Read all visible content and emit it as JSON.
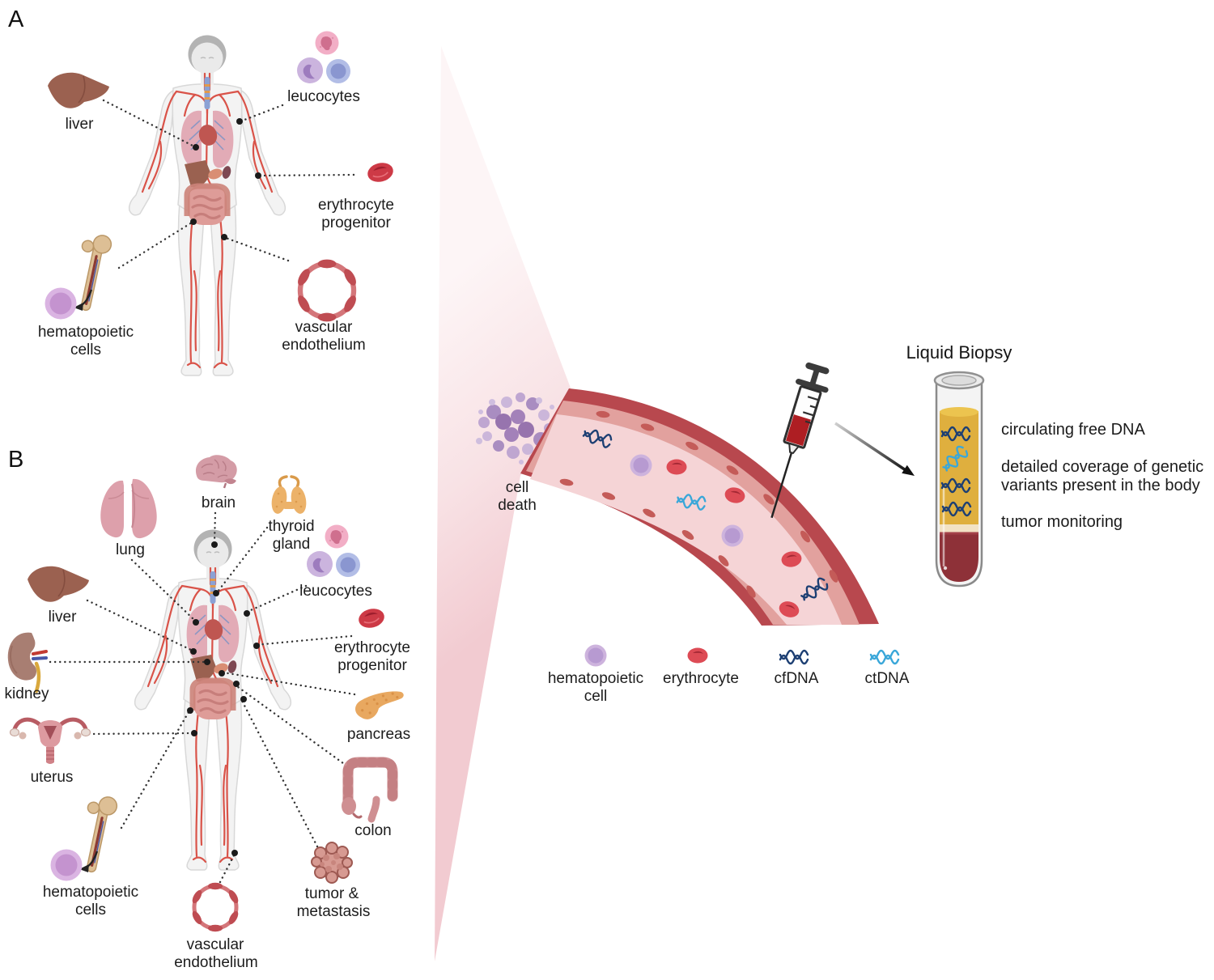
{
  "figure": {
    "type": "scientific-diagram",
    "topic": "Sources of circulating cell-free DNA and liquid biopsy sampling"
  },
  "panelA": {
    "tag": "A",
    "labels": {
      "liver": "liver",
      "leucocytes": "leucocytes",
      "erythrocyte1": "erythrocyte",
      "erythrocyte2": "progenitor",
      "hema1": "hematopoietic",
      "hema2": "cells",
      "vasc1": "vascular",
      "vasc2": "endothelium"
    }
  },
  "panelB": {
    "tag": "B",
    "labels": {
      "brain": "brain",
      "lung": "lung",
      "thyroid1": "thyroid",
      "thyroid2": "gland",
      "leucocytes": "leucocytes",
      "liver": "liver",
      "erythrocyte1": "erythrocyte",
      "erythrocyte2": "progenitor",
      "kidney": "kidney",
      "pancreas": "pancreas",
      "uterus": "uterus",
      "colon": "colon",
      "tumor1": "tumor &",
      "tumor2": "metastasis",
      "hema1": "hematopoietic",
      "hema2": "cells",
      "vasc1": "vascular",
      "vasc2": "endothelium"
    }
  },
  "center": {
    "cell_death1": "cell",
    "cell_death2": "death"
  },
  "biopsy": {
    "title": "Liquid Biopsy",
    "bullet1": "circulating free DNA",
    "bullet2a": "detailed coverage of genetic",
    "bullet2b": "variants present in the body",
    "bullet3": "tumor monitoring"
  },
  "legend": {
    "item1a": "hematopoietic",
    "item1b": "cell",
    "item2": "erythrocyte",
    "item3": "cfDNA",
    "item4": "ctDNA"
  },
  "icons": [
    "human-body-icon",
    "liver-icon",
    "leucocytes-icon",
    "erythrocyte-icon",
    "bone-marrow-icon",
    "hematopoietic-cell-icon",
    "vascular-endothelium-icon",
    "brain-icon",
    "lung-icon",
    "thyroid-icon",
    "kidney-icon",
    "pancreas-icon",
    "uterus-icon",
    "colon-icon",
    "tumor-icon",
    "cell-death-icon",
    "blood-vessel-icon",
    "syringe-icon",
    "arrow-icon",
    "test-tube-icon",
    "cfDNA-helix-icon",
    "ctDNA-helix-icon"
  ],
  "colors": {
    "funnel_pink": "#f3ced3",
    "vessel_wall": "#b8484e",
    "endothelium": "#e2a19e",
    "lumen": "#f5d4d6",
    "plasma_yellow": "#dfaf3e",
    "buffy_coat": "#f2e2c4",
    "rbc_layer": "#8e3138",
    "cfDNA_navy": "#1d3f73",
    "ctDNA_blue": "#3aa7d9",
    "body_grey": "#f3f3f3",
    "artery_red": "#d84b40",
    "hematopoietic_purple": "#c493cf",
    "erythrocyte_red": "#cd3a46"
  }
}
